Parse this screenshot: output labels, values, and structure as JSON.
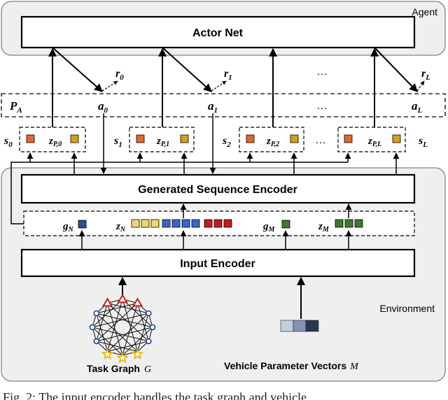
{
  "agent": {
    "label": "Agent",
    "actor_net_label": "Actor Net"
  },
  "plan_row": {
    "label": "P",
    "label_sub": "A",
    "actions": [
      {
        "sym": "a",
        "sub": "0"
      },
      {
        "sym": "a",
        "sub": "1"
      },
      {
        "sym": "a",
        "sub": "L"
      }
    ],
    "ellipsis": "…"
  },
  "rewards": [
    {
      "sym": "r",
      "sub": "0"
    },
    {
      "sym": "r",
      "sub": "1"
    },
    {
      "sym": "r",
      "sub": "L"
    }
  ],
  "reward_ellipsis": "…",
  "states": [
    {
      "sym": "s",
      "sub": "0",
      "z_sub": "P,0"
    },
    {
      "sym": "s",
      "sub": "1",
      "z_sub": "P,1"
    },
    {
      "sym": "s",
      "sub": "2",
      "z_sub": "P,2"
    },
    {
      "sym": "s",
      "sub": "L",
      "z_sub": "P,L"
    }
  ],
  "state_ellipsis": "…",
  "z_symbol": "z",
  "environment": {
    "label": "Environment",
    "generated_sequence_encoder_label": "Generated Sequence Encoder",
    "input_encoder_label": "Input Encoder",
    "embeddings": {
      "g_N": {
        "sym": "g",
        "sub": "N"
      },
      "z_N": {
        "sym": "z",
        "sub": "N"
      },
      "g_M": {
        "sym": "g",
        "sub": "M"
      },
      "z_M": {
        "sym": "z",
        "sub": "M"
      }
    },
    "task_graph_label": "Task Graph",
    "task_graph_symbol": "G",
    "vehicle_label": "Vehicle Parameter Vectors",
    "vehicle_symbol": "M"
  },
  "caption": "Fig. 2: The input encoder handles the task graph and vehicle",
  "colors": {
    "orange": "#e4682a",
    "gold": "#d2a11b",
    "yellow": "#f3d66a",
    "blue": "#3669c4",
    "red": "#c41d1d",
    "navy": "#2d4f96",
    "green": "#3d7a2f",
    "panel": "#efefef"
  }
}
